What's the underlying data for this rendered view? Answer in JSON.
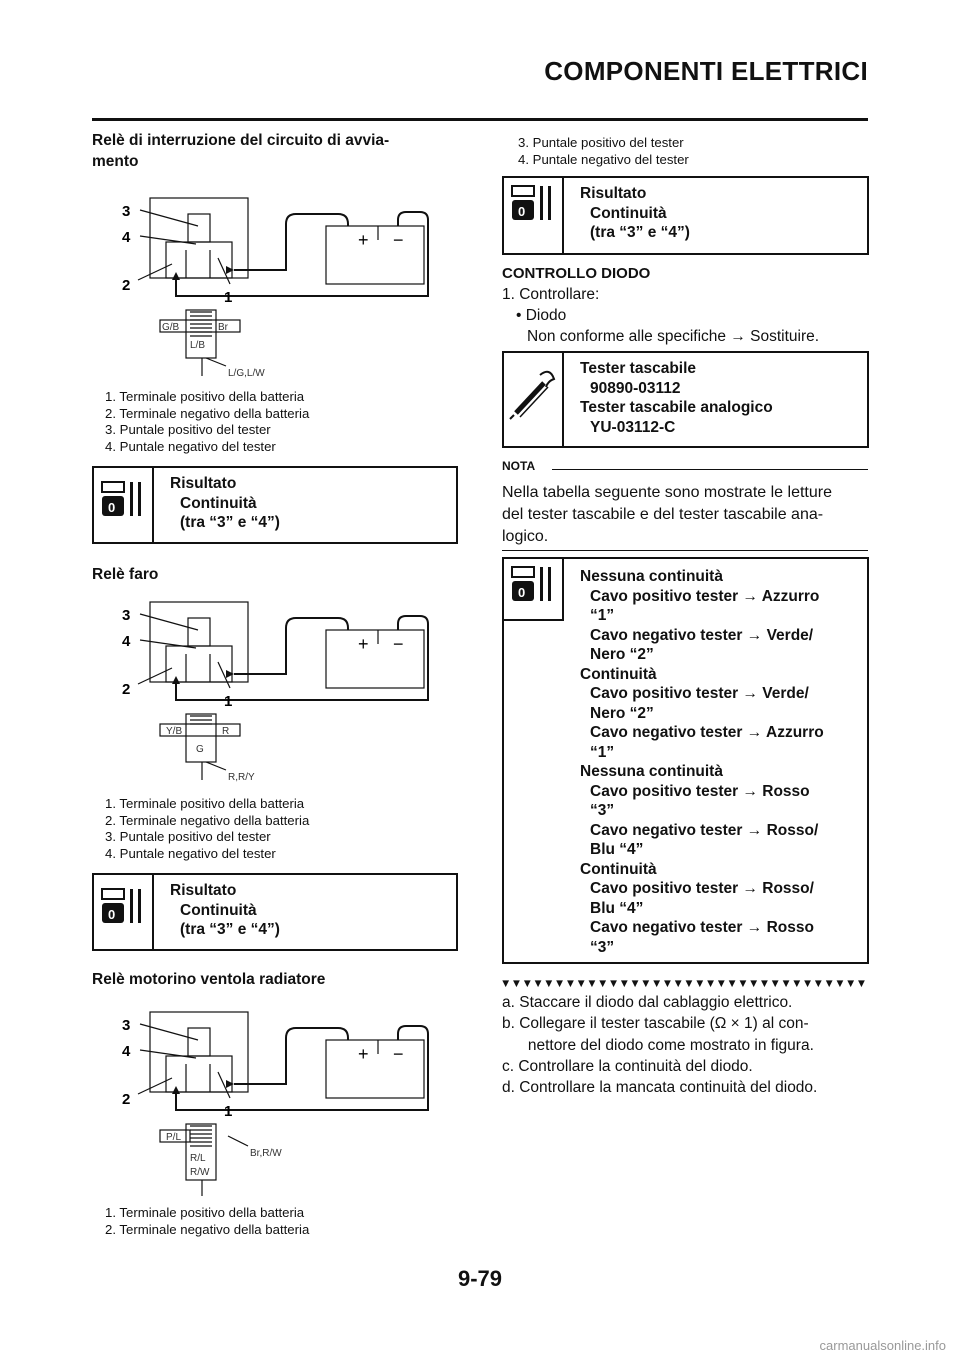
{
  "header": {
    "title": "COMPONENTI ELETTRICI"
  },
  "sections": {
    "start_relay": {
      "title_line1": "Relè di interruzione del circuito di avvia-",
      "title_line2": "mento",
      "diagram": {
        "n3": "3",
        "n4": "4",
        "n2": "2",
        "n1": "1",
        "plus": "+",
        "minus": "−",
        "w_left": "G/B",
        "w_right": "Br",
        "w_mid": "L/B",
        "w_ground": "L/G,L/W"
      },
      "captions": [
        "1.  Terminale positivo della batteria",
        "2.  Terminale negativo della batteria",
        "3.  Puntale positivo del tester",
        "4.  Puntale negativo del tester"
      ],
      "result": {
        "label": "Risultato",
        "value": "Continuità",
        "detail": "(tra “3” e “4”)"
      }
    },
    "headlight_relay": {
      "title": "Relè faro",
      "diagram": {
        "n3": "3",
        "n4": "4",
        "n2": "2",
        "n1": "1",
        "plus": "+",
        "minus": "−",
        "w_left": "Y/B",
        "w_right": "R",
        "w_mid": "G",
        "w_ground": "R,R/Y"
      },
      "captions": [
        "1.  Terminale positivo della batteria",
        "2.  Terminale negativo della batteria",
        "3.  Puntale positivo del tester",
        "4.  Puntale negativo del tester"
      ],
      "result": {
        "label": "Risultato",
        "value": "Continuità",
        "detail": "(tra “3” e “4”)"
      }
    },
    "fan_relay": {
      "title": "Relè motorino ventola radiatore",
      "diagram": {
        "n3": "3",
        "n4": "4",
        "n2": "2",
        "n1": "1",
        "plus": "+",
        "minus": "−",
        "w_left": "P/L",
        "w_mid": "R/L",
        "w_mid2": "R/W",
        "w_ground": "Br,R/W"
      },
      "captions": [
        "1.  Terminale positivo della batteria",
        "2.  Terminale negativo della batteria"
      ]
    }
  },
  "right": {
    "captions": [
      "3.  Puntale positivo del tester",
      "4.  Puntale negativo del tester"
    ],
    "result": {
      "label": "Risultato",
      "value": "Continuità",
      "detail": "(tra “3” e “4”)"
    },
    "diode": {
      "title": "CONTROLLO DIODO",
      "step1": "1.  Controllare:",
      "bullet": "• Diodo",
      "spec": "Non conforme alle specifiche → Sostituire."
    },
    "tool": {
      "name1": "Tester tascabile",
      "code1": "90890-03112",
      "name2": "Tester tascabile analogico",
      "code2": "YU-03112-C"
    },
    "nota": {
      "label": "NOTA",
      "text_lines": [
        "Nella tabella seguente sono mostrate le letture",
        "del tester tascabile e del tester tascabile ana-",
        "logico."
      ]
    },
    "table": {
      "lines": [
        {
          "t": "Nessuna continuità",
          "ind": false
        },
        {
          "t": "Cavo positivo tester → Azzurro",
          "ind": true
        },
        {
          "t": "“1”",
          "ind": true
        },
        {
          "t": "Cavo negativo tester → Verde/",
          "ind": true
        },
        {
          "t": "Nero “2”",
          "ind": true
        },
        {
          "t": "Continuità",
          "ind": false
        },
        {
          "t": "Cavo positivo tester → Verde/",
          "ind": true
        },
        {
          "t": "Nero “2”",
          "ind": true
        },
        {
          "t": "Cavo negativo tester → Azzurro",
          "ind": true
        },
        {
          "t": "“1”",
          "ind": true
        },
        {
          "t": "Nessuna continuità",
          "ind": false
        },
        {
          "t": "Cavo positivo tester → Rosso",
          "ind": true
        },
        {
          "t": "“3”",
          "ind": true
        },
        {
          "t": "Cavo negativo tester → Rosso/",
          "ind": true
        },
        {
          "t": "Blu “4”",
          "ind": true
        },
        {
          "t": "Continuità",
          "ind": false
        },
        {
          "t": "Cavo positivo tester → Rosso/",
          "ind": true
        },
        {
          "t": "Blu “4”",
          "ind": true
        },
        {
          "t": "Cavo negativo tester → Rosso",
          "ind": true
        },
        {
          "t": "“3”",
          "ind": true
        }
      ]
    },
    "triangles": "▼▼▼▼▼▼▼▼▼▼▼▼▼▼▼▼▼▼▼▼▼▼▼▼▼▼▼▼▼▼▼▼▼▼",
    "steps": [
      "a.  Staccare il diodo dal cablaggio elettrico.",
      "b.  Collegare il tester tascabile (Ω × 1) al con-",
      "      nettore del diodo come mostrato in figura.",
      "c.  Controllare la continuità del diodo.",
      "d.  Controllare la mancata continuità del diodo."
    ]
  },
  "footer": {
    "page": "9-79",
    "watermark": "carmanualsonline.info"
  }
}
